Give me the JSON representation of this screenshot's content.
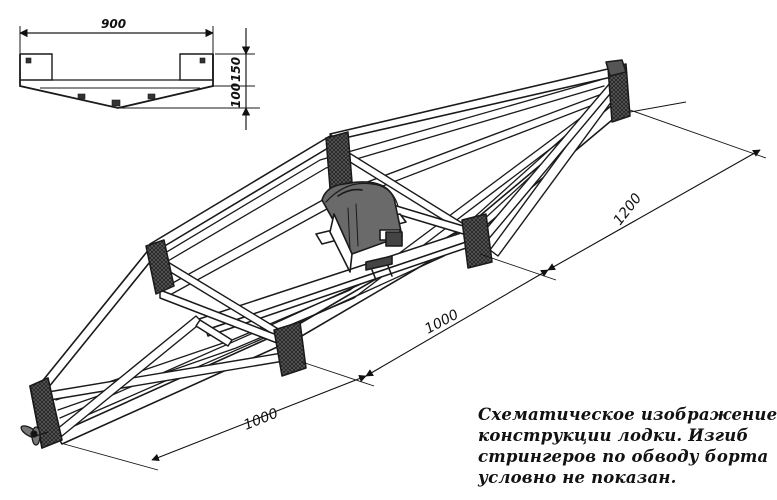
{
  "section_width_label": "900",
  "section_height_label_top": "150",
  "section_height_label_bottom": "100",
  "length_label_stern": "1000",
  "length_label_middle": "1000",
  "length_label_bow": "1200",
  "caption_lines": [
    "Схематическое изображение",
    "конструкции лодки. Изгиб",
    "стрингеров по обводу борта",
    "условно не показан."
  ],
  "ink_color": "#1a1a1a",
  "wood_color": "#3d3d3d"
}
